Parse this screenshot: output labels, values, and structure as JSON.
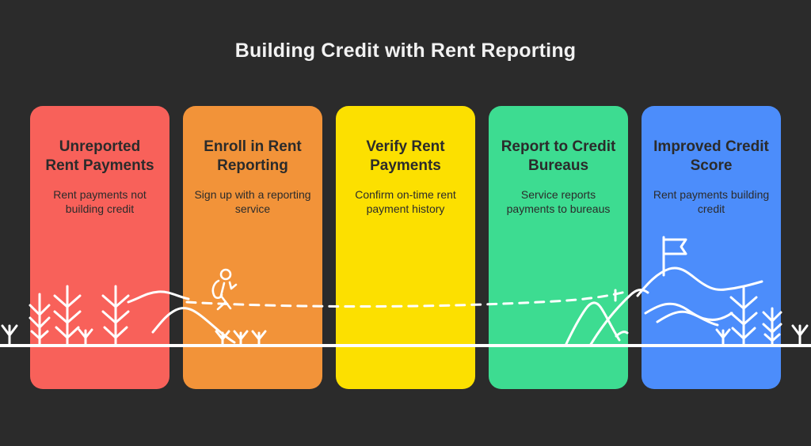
{
  "page": {
    "title": "Building Credit with Rent Reporting",
    "background_color": "#2B2B2B",
    "title_color": "#F2F2F2"
  },
  "illustration": {
    "style": "line-art landscape journey",
    "line_color": "#FFFFFF",
    "horizon_label": "ground-line",
    "elements": [
      "pine-trees-left",
      "hiker-with-backpack",
      "dashed-trail-path",
      "mountain-peaks",
      "summit-flag",
      "pine-trees-right"
    ]
  },
  "steps": [
    {
      "index": 1,
      "title": "Unreported Rent Payments",
      "description": "Rent payments not building credit",
      "color": "#F8615A",
      "text_color": "#2B2B2B"
    },
    {
      "index": 2,
      "title": "Enroll in Rent Reporting",
      "description": "Sign up with a reporting service",
      "color": "#F29339",
      "text_color": "#2B2B2B"
    },
    {
      "index": 3,
      "title": "Verify Rent Payments",
      "description": "Confirm on-time rent payment history",
      "color": "#FCE000",
      "text_color": "#2B2B2B"
    },
    {
      "index": 4,
      "title": "Report to Credit Bureaus",
      "description": "Service reports payments to bureaus",
      "color": "#3DDC91",
      "text_color": "#2B2B2B"
    },
    {
      "index": 5,
      "title": "Improved Credit Score",
      "description": "Rent payments building credit",
      "color": "#4C8DFB",
      "text_color": "#2B2B2B"
    }
  ]
}
